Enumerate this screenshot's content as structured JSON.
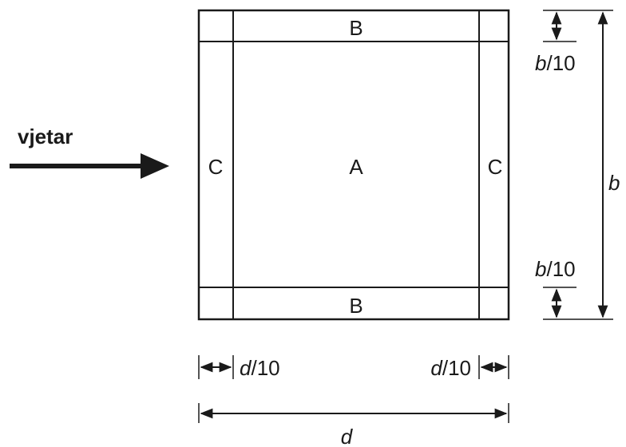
{
  "diagram": {
    "wind_label": "vjetar",
    "zones": {
      "top": "B",
      "bottom": "B",
      "left": "C",
      "right": "C",
      "center": "A"
    },
    "dimensions": {
      "b_var": "b",
      "d_var": "d",
      "fraction": "/10",
      "height_label": "b",
      "depth_label": "d"
    },
    "colors": {
      "ink": "#1a1a1a",
      "background": "#ffffff"
    }
  }
}
